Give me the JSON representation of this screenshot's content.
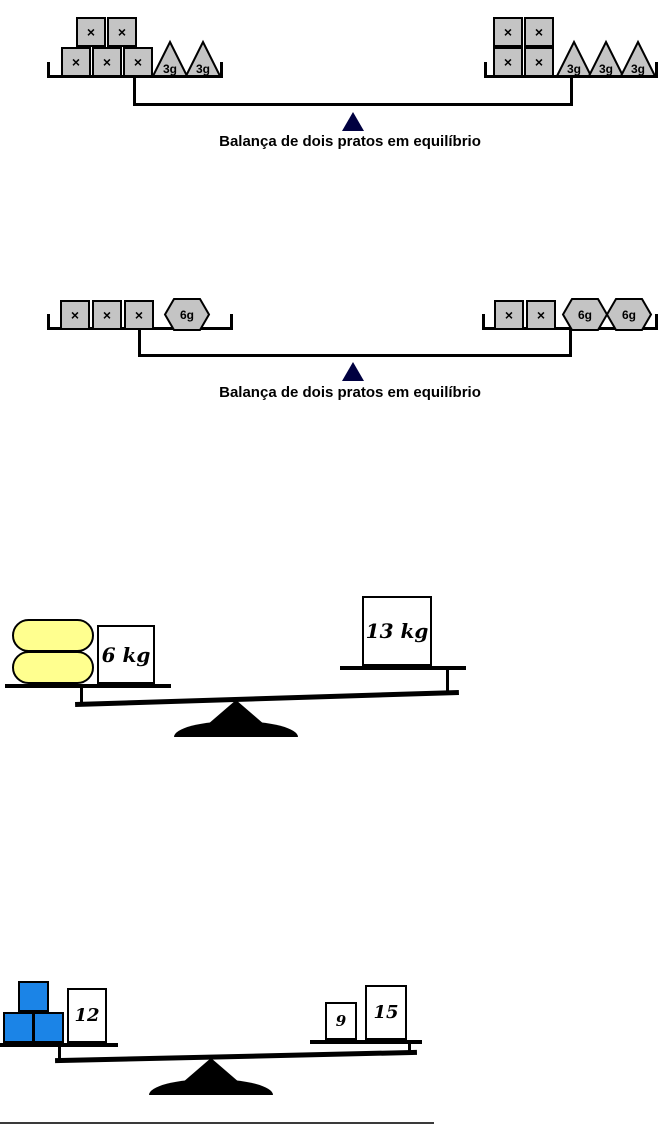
{
  "balance1": {
    "caption": "Balança de dois pratos em equilíbrio",
    "left": {
      "boxes": [
        "×",
        "×",
        "×",
        "×",
        "×"
      ],
      "weights": [
        "3g",
        "3g"
      ]
    },
    "right": {
      "boxes": [
        "×",
        "×",
        "×",
        "×"
      ],
      "weights": [
        "3g",
        "3g",
        "3g"
      ]
    }
  },
  "balance2": {
    "caption": "Balança de dois pratos em equilíbrio",
    "left": {
      "boxes": [
        "×",
        "×",
        "×"
      ],
      "weights": [
        "6g"
      ]
    },
    "right": {
      "boxes": [
        "×",
        "×"
      ],
      "weights": [
        "6g",
        "6g"
      ]
    }
  },
  "balance3": {
    "left_tag": "6 kg",
    "right_tag": "13 kg"
  },
  "balance4": {
    "left_tag": "12",
    "right_small_tag": "9",
    "right_large_tag": "15"
  },
  "colors": {
    "weight_gray": "#c4c4c4",
    "fulcrum_navy": "#000040",
    "fulcrum_black": "#000000",
    "oval_yellow": "#ffff8f",
    "cube_blue": "#1b84e7",
    "tag_white": "#ffffff"
  }
}
